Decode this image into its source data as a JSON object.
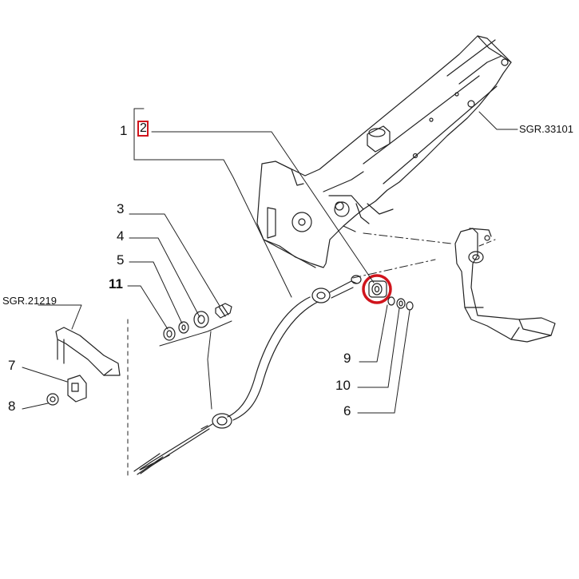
{
  "parts": [
    {
      "id": "1",
      "text": "1"
    },
    {
      "id": "2",
      "text": "2"
    },
    {
      "id": "3",
      "text": "3"
    },
    {
      "id": "4",
      "text": "4"
    },
    {
      "id": "5",
      "text": "5"
    },
    {
      "id": "11",
      "text": "11"
    },
    {
      "id": "7",
      "text": "7"
    },
    {
      "id": "8",
      "text": "8"
    },
    {
      "id": "9",
      "text": "9"
    },
    {
      "id": "10",
      "text": "10"
    },
    {
      "id": "6",
      "text": "6"
    }
  ],
  "references": [
    {
      "text": "SGR.33101"
    },
    {
      "text": "SGR.21219"
    }
  ],
  "highlight": {
    "part": "2",
    "color": "#d0141c"
  },
  "colors": {
    "line": "#222222",
    "highlight": "#d0141c"
  }
}
